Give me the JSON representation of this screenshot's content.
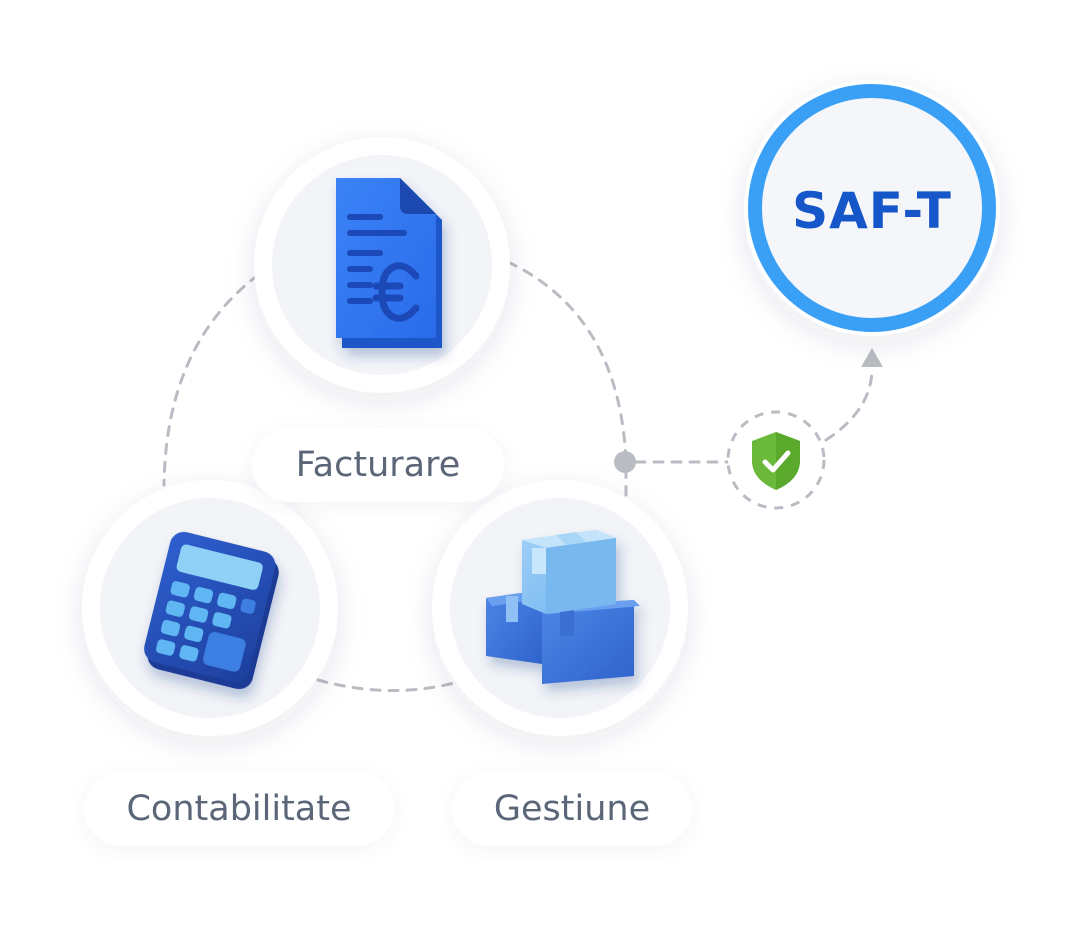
{
  "nodes": {
    "facturare": {
      "label": "Facturare",
      "icon": "invoice-euro-icon"
    },
    "contabilitate": {
      "label": "Contabilitate",
      "icon": "calculator-icon"
    },
    "gestiune": {
      "label": "Gestiune",
      "icon": "boxes-icon"
    }
  },
  "target": {
    "label": "SAF-T",
    "ring_color": "#3aa0f5",
    "text_color": "#1556c9"
  },
  "validation": {
    "icon": "shield-check-icon",
    "color": "#6ab93a"
  },
  "colors": {
    "connector": "#b9bcc2",
    "label_text": "#5b6678",
    "icon_blue": "#2f6fe0"
  }
}
